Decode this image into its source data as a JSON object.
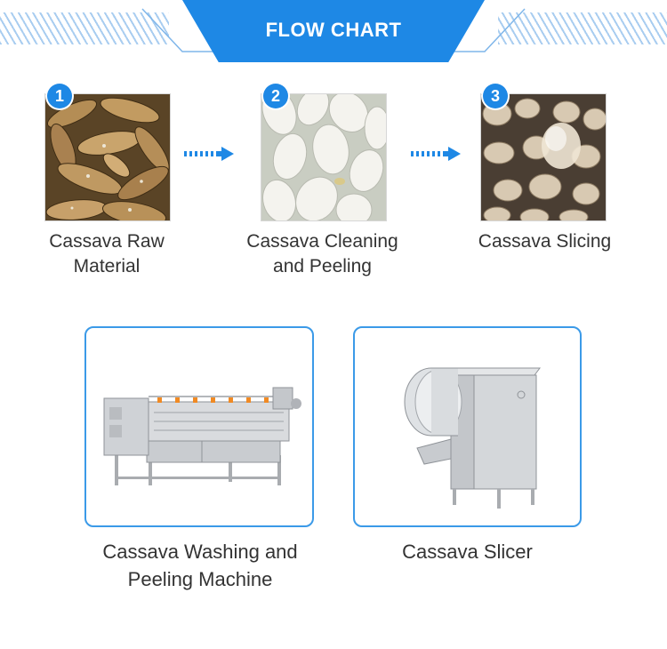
{
  "header": {
    "title": "FLOW CHART"
  },
  "steps": [
    {
      "number": "1",
      "label_line1": "Cassava Raw",
      "label_line2": "Material",
      "icon": "cassava-roots-photo"
    },
    {
      "number": "2",
      "label_line1": "Cassava Cleaning",
      "label_line2": "and Peeling",
      "icon": "peeled-cassava-photo"
    },
    {
      "number": "3",
      "label_line1": "Cassava Slicing",
      "label_line2": "",
      "icon": "cassava-slices-photo"
    }
  ],
  "machines": [
    {
      "label_line1": "Cassava Washing and",
      "label_line2": "Peeling Machine",
      "icon": "washing-peeling-machine"
    },
    {
      "label_line1": "Cassava Slicer",
      "label_line2": "",
      "icon": "slicer-machine"
    }
  ],
  "colors": {
    "accent": "#1e88e5",
    "card_border": "#3b9ae8",
    "text": "#333333"
  }
}
